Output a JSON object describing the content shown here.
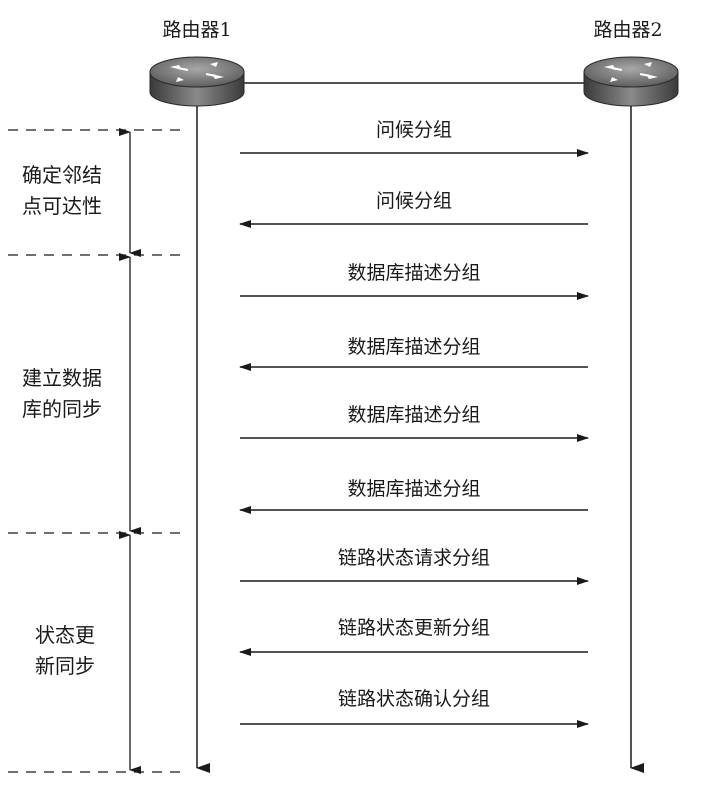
{
  "routers": [
    {
      "label": "路由器1"
    },
    {
      "label": "路由器2"
    }
  ],
  "phases": [
    {
      "lines": [
        "确定邻结",
        "点可达性"
      ]
    },
    {
      "lines": [
        "建立数据",
        "库的同步"
      ]
    },
    {
      "lines": [
        "状态更",
        "新同步"
      ]
    }
  ],
  "messages": [
    {
      "label": "问候分组",
      "direction": "right"
    },
    {
      "label": "问候分组",
      "direction": "left"
    },
    {
      "label": "数据库描述分组",
      "direction": "right"
    },
    {
      "label": "数据库描述分组",
      "direction": "left"
    },
    {
      "label": "数据库描述分组",
      "direction": "right"
    },
    {
      "label": "数据库描述分组",
      "direction": "left"
    },
    {
      "label": "链路状态请求分组",
      "direction": "right"
    },
    {
      "label": "链路状态更新分组",
      "direction": "left"
    },
    {
      "label": "链路状态确认分组",
      "direction": "right"
    }
  ]
}
